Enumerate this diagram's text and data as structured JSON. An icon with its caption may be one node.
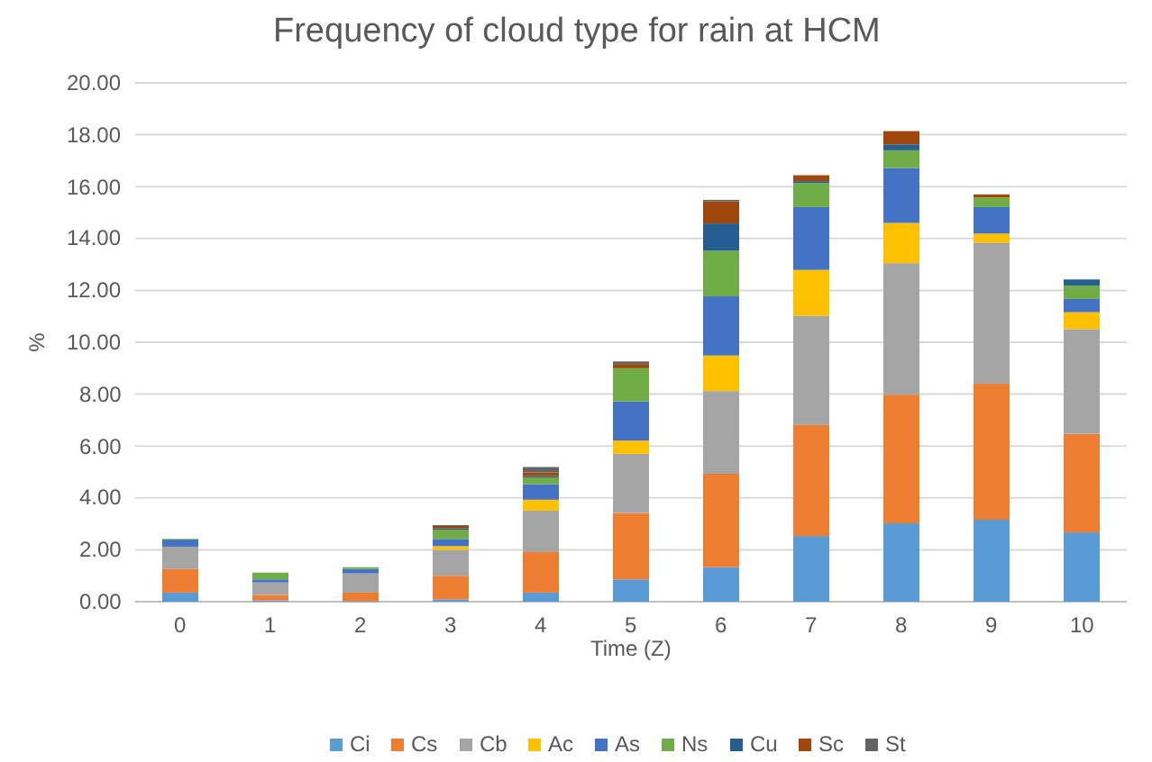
{
  "diagram": {
    "chart_data": {
      "type": "bar",
      "title": "Frequency of cloud type for rain at HCM",
      "xlabel": "Time (Z)",
      "ylabel": "%",
      "stacked": true,
      "orientation": "vertical",
      "grid": true,
      "legend": true,
      "categories": [
        "0",
        "1",
        "2",
        "3",
        "4",
        "5",
        "6",
        "7",
        "8",
        "9",
        "10"
      ],
      "ylim": [
        0,
        20
      ],
      "yticks": [
        {
          "value": 0,
          "label": "0.00"
        },
        {
          "value": 2,
          "label": "2.00"
        },
        {
          "value": 4,
          "label": "4.00"
        },
        {
          "value": 6,
          "label": "6.00"
        },
        {
          "value": 8,
          "label": "8.00"
        },
        {
          "value": 10,
          "label": "10.00"
        },
        {
          "value": 12,
          "label": "12.00"
        },
        {
          "value": 14,
          "label": "14.00"
        },
        {
          "value": 16,
          "label": "16.00"
        },
        {
          "value": 18,
          "label": "18.00"
        },
        {
          "value": 20,
          "label": "20.00"
        }
      ],
      "series": [
        {
          "name": "Ci",
          "color": "#5b9bd5",
          "values": [
            0.35,
            0.05,
            0.02,
            0.09,
            0.35,
            0.86,
            1.33,
            2.53,
            3.02,
            3.16,
            2.67
          ]
        },
        {
          "name": "Cs",
          "color": "#ed7d31",
          "values": [
            0.91,
            0.21,
            0.33,
            0.91,
            1.56,
            2.56,
            3.6,
            4.28,
            4.96,
            5.24,
            3.8
          ]
        },
        {
          "name": "Cb",
          "color": "#a5a5a5",
          "values": [
            0.86,
            0.48,
            0.74,
            1.0,
            1.6,
            2.28,
            3.19,
            4.21,
            5.07,
            5.44,
            4.04
          ]
        },
        {
          "name": "Ac",
          "color": "#ffc000",
          "values": [
            0,
            0,
            0,
            0.14,
            0.42,
            0.51,
            1.37,
            1.77,
            1.55,
            0.35,
            0.65
          ]
        },
        {
          "name": "As",
          "color": "#4472c4",
          "values": [
            0.28,
            0.12,
            0.17,
            0.28,
            0.6,
            1.51,
            2.28,
            2.42,
            2.12,
            1.02,
            0.51
          ]
        },
        {
          "name": "Ns",
          "color": "#70ad47",
          "values": [
            0.02,
            0.26,
            0.07,
            0.35,
            0.26,
            1.28,
            1.76,
            0.93,
            0.68,
            0.37,
            0.52
          ]
        },
        {
          "name": "Cu",
          "color": "#255e91",
          "values": [
            0,
            0,
            0,
            0.05,
            0.05,
            0,
            1.05,
            0.07,
            0.23,
            0,
            0.23
          ]
        },
        {
          "name": "Sc",
          "color": "#9e480e",
          "values": [
            0,
            0,
            0,
            0.1,
            0.14,
            0.16,
            0.86,
            0.23,
            0.51,
            0.12,
            0
          ]
        },
        {
          "name": "St",
          "color": "#636363",
          "values": [
            0,
            0,
            0,
            0.03,
            0.21,
            0.1,
            0.05,
            0,
            0,
            0,
            0
          ]
        }
      ]
    }
  }
}
